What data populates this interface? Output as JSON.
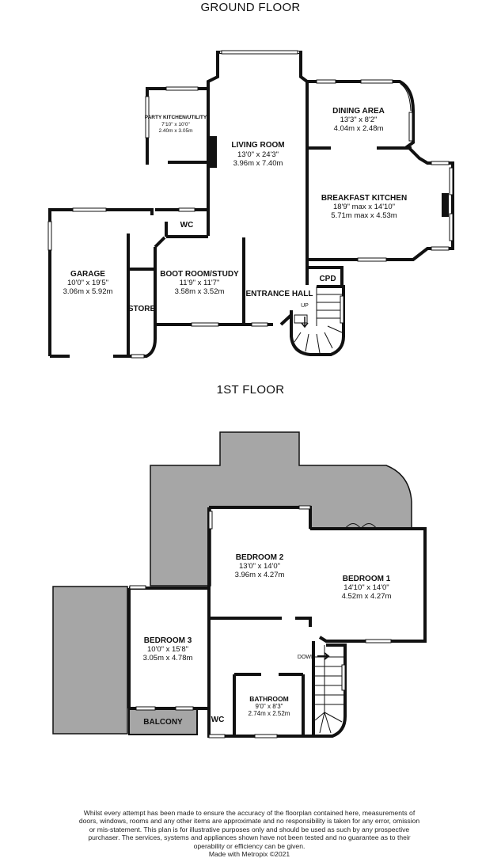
{
  "ground_floor": {
    "title": "GROUND FLOOR",
    "rooms": {
      "party_kitchen": {
        "name": "PARTY KITCHEN/UTILITY",
        "imperial": "7'10\"  x 10'0\"",
        "metric": "2.40m  x 3.05m"
      },
      "living_room": {
        "name": "LIVING ROOM",
        "imperial": "13'0\"  x 24'3\"",
        "metric": "3.96m  x 7.40m"
      },
      "dining_area": {
        "name": "DINING AREA",
        "imperial": "13'3\"  x 8'2\"",
        "metric": "4.04m  x 2.48m"
      },
      "breakfast_kitchen": {
        "name": "BREAKFAST KITCHEN",
        "imperial": "18'9\" max x 14'10\"",
        "metric": "5.71m max x 4.53m"
      },
      "garage": {
        "name": "GARAGE",
        "imperial": "10'0\"  x 19'5\"",
        "metric": "3.06m  x 5.92m"
      },
      "wc": {
        "name": "WC"
      },
      "boot_room": {
        "name": "BOOT ROOM/STUDY",
        "imperial": "11'9\"  x 11'7\"",
        "metric": "3.58m  x 3.52m"
      },
      "entrance_hall": {
        "name": "ENTRANCE HALL"
      },
      "cpd": {
        "name": "CPD"
      },
      "store": {
        "name": "STORE"
      }
    },
    "stairs_label": "UP"
  },
  "first_floor": {
    "title": "1ST FLOOR",
    "rooms": {
      "bedroom1": {
        "name": "BEDROOM 1",
        "imperial": "14'10\"  x 14'0\"",
        "metric": "4.52m  x 4.27m"
      },
      "bedroom2": {
        "name": "BEDROOM 2",
        "imperial": "13'0\"  x 14'0\"",
        "metric": "3.96m  x 4.27m"
      },
      "bedroom3": {
        "name": "BEDROOM 3",
        "imperial": "10'0\"  x 15'8\"",
        "metric": "3.05m  x 4.78m"
      },
      "bathroom": {
        "name": "BATHROOM",
        "imperial": "9'0\"  x 8'3\"",
        "metric": "2.74m  x 2.52m"
      },
      "balcony": {
        "name": "BALCONY"
      },
      "wc": {
        "name": "WC"
      }
    },
    "stairs_label": "DOWN"
  },
  "disclaimer": "Whilst every attempt has been made to ensure the accuracy of the floorplan contained here, measurements of doors, windows, rooms and any other items are approximate and no responsibility is taken for any error, omission or mis-statement. This plan is for illustrative purposes only and should be used as such by any prospective purchaser. The services, systems and appliances shown have not been tested and no guarantee as to their operability or efficiency can be given.",
  "credit": "Made with Metropix ©2021",
  "colors": {
    "wall": "#111111",
    "roof": "#a6a6a6",
    "window": "#ffffff"
  }
}
